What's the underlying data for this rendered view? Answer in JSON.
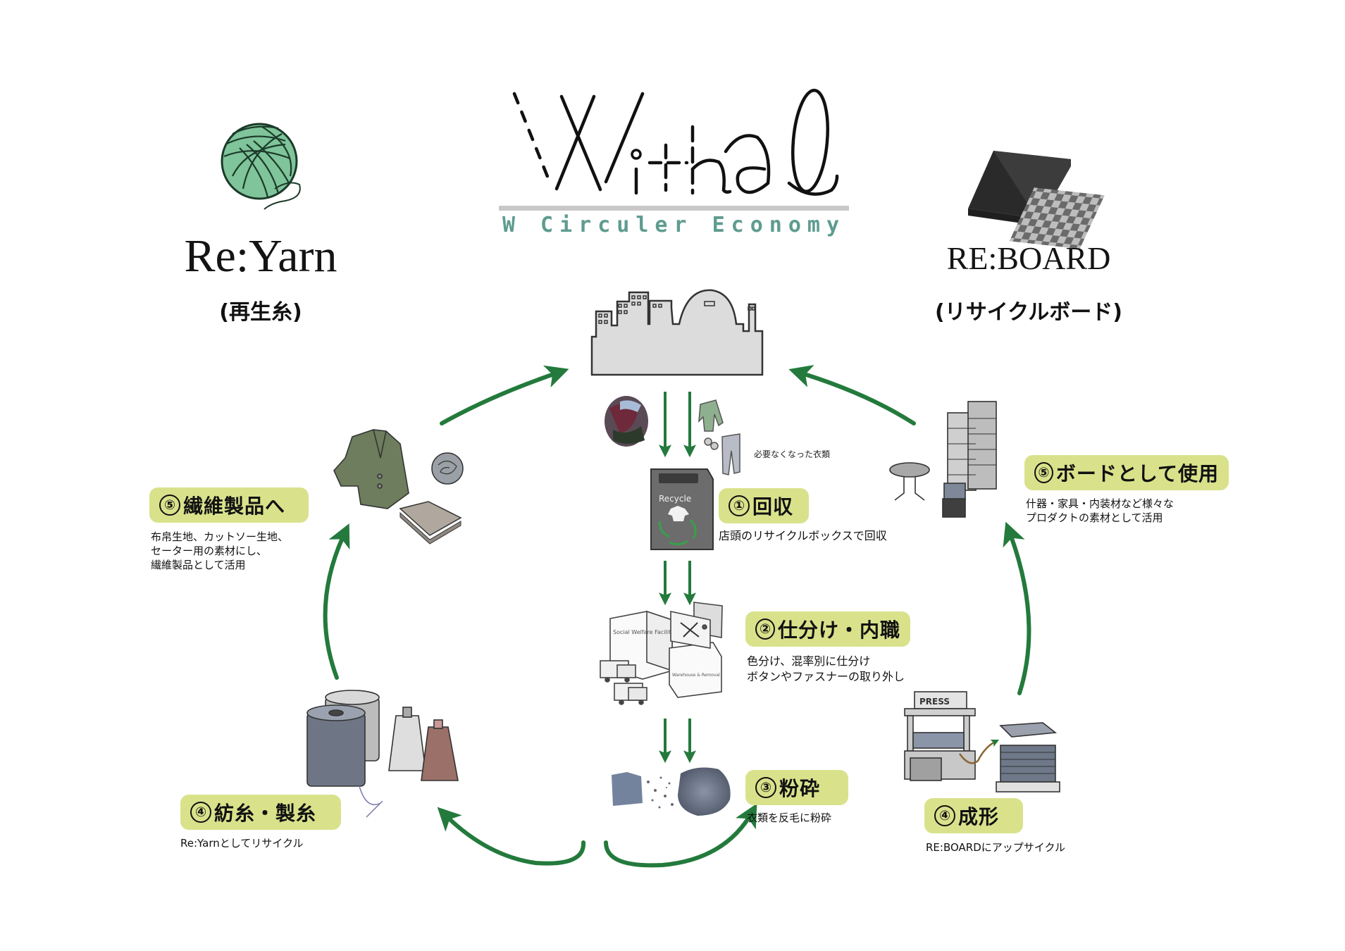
{
  "logo": {
    "wordmark": "Withal",
    "tagline": "W Circuler Economy"
  },
  "colors": {
    "arrow_green": "#237a3c",
    "badge_bg": "#d9e28b",
    "tagline_teal": "#5e9c8f",
    "yarn_green": "#7fc49a",
    "divider_gray": "#c8c8c8"
  },
  "left_product": {
    "icon": "yarn-ball-icon",
    "title": "Re:Yarn",
    "subtitle": "(再生糸)"
  },
  "right_product": {
    "icon": "checkered-board-icon",
    "title": "RE:BOARD",
    "subtitle": "(リサイクルボード)"
  },
  "center": {
    "city_icon": "city-skyline-icon",
    "unwanted_clothes_note": "必要なくなった衣類"
  },
  "steps": [
    {
      "id": "collect",
      "number": "①",
      "title": "回収",
      "description": "店頭のリサイクルボックスで回収",
      "illustration": "recycle-box-icon"
    },
    {
      "id": "sort",
      "number": "②",
      "title": "仕分け・内職",
      "description": "色分け、混率別に仕分け\nボタンやファスナーの取り外し",
      "illustration": "welfare-facility-icon"
    },
    {
      "id": "crush",
      "number": "③",
      "title": "粉砕",
      "description": "衣類を反毛に粉砕",
      "illustration": "shredded-fiber-icon"
    },
    {
      "id": "spin",
      "number": "④",
      "title": "紡糸・製糸",
      "description": "Re:Yarnとしてリサイクル",
      "illustration": "yarn-cones-icon"
    },
    {
      "id": "textile",
      "number": "⑤",
      "title": "繊維製品へ",
      "description": "布帛生地、カットソー生地、\nセーター用の素材にし、\n繊維製品として活用",
      "illustration": "jacket-icon"
    },
    {
      "id": "mold",
      "number": "④",
      "title": "成形",
      "description": "RE:BOARDにアップサイクル",
      "illustration": "press-machine-icon"
    },
    {
      "id": "board-use",
      "number": "⑤",
      "title": "ボードとして使用",
      "description": "什器・家具・内装材など様々な\nプロダクトの素材として活用",
      "illustration": "furniture-shelf-icon"
    }
  ],
  "illustration_labels": {
    "recycle_box_text": "Recycle",
    "facility_text": "Social Welfare Facilities",
    "warehouse_text": "Warehouse & Removal",
    "press_text": "PRESS"
  }
}
